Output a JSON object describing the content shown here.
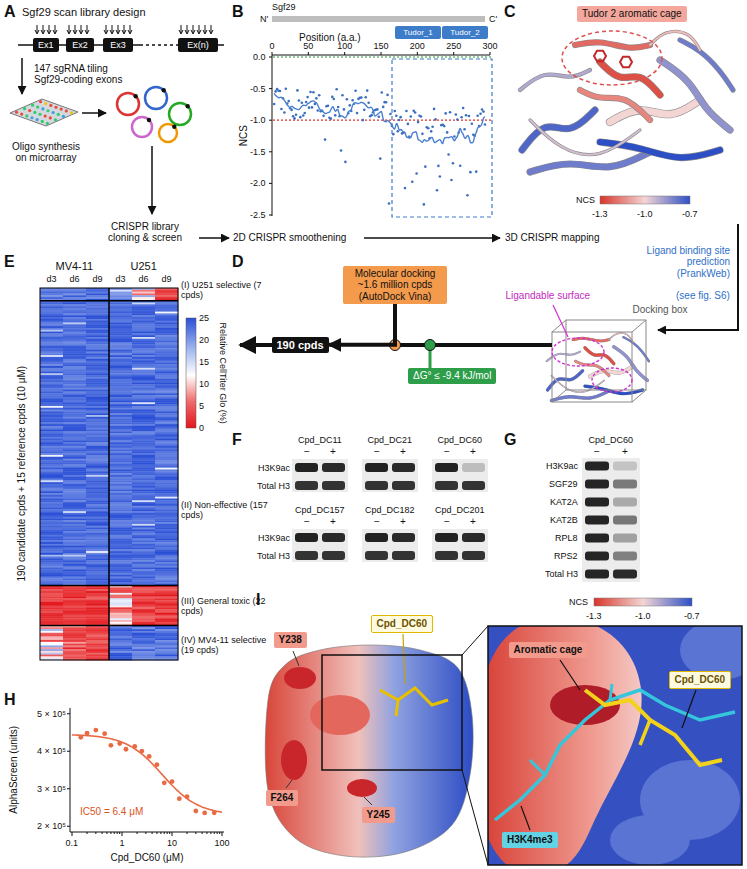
{
  "diagram": {
    "nodes": [
      {
        "text": [
          "Ex1"
        ]
      },
      {
        "text": [
          "Ex2"
        ]
      },
      {
        "text": [
          "Ex3"
        ]
      },
      {
        "text": [
          "Ex(n)"
        ]
      },
      {
        "text": [
          "Tudor_1"
        ]
      },
      {
        "text": [
          "Tudor_2"
        ]
      },
      {
        "text": [
          "Tudor 2 aromatic cage"
        ]
      },
      {
        "text": [
          "Molecular docking ~1.6 million cpds (AutoDock Vina)"
        ]
      },
      {
        "text": [
          "190 cpds"
        ]
      },
      {
        "text": [
          "ΔG° ≤ -9.4 kJ/mol"
        ]
      },
      {
        "text": [
          "Y238"
        ]
      },
      {
        "text": [
          "Cpd_DC60"
        ]
      },
      {
        "text": [
          "F264"
        ]
      },
      {
        "text": [
          "Y245"
        ]
      },
      {
        "text": [
          "Aromatic cage"
        ]
      },
      {
        "text": [
          "H3K4me3"
        ]
      },
      {
        "text": [
          "Cpd_DC60"
        ]
      }
    ],
    "edges": [
      {
        "from": 7,
        "to": 8,
        "arrow": "to"
      }
    ],
    "labels": [
      "A",
      "Sgf29 scan library design",
      "147 sgRNA tiling Sgf29-coding exons",
      "Oligo synthesis on microarray",
      "CRISPR library cloning & screen",
      "2D CRISPR smoothening",
      "B",
      "Sgf29",
      "N'",
      "C'",
      "Position (a.a.)",
      "0",
      "50",
      "100",
      "150",
      "200",
      "250",
      "300",
      "NCS",
      "0.0",
      "-0.5",
      "-1.0",
      "-1.5",
      "-2.0",
      "-2.5",
      "3D CRISPR mapping",
      "C",
      "NCS",
      "-1.3",
      "-1.0",
      "-0.7",
      "Ligand binding site prediction (PrankWeb)",
      "(see fig. S6)",
      "D",
      "Ligandable surface",
      "Docking box",
      "E",
      "MV4-11",
      "U251",
      "d3",
      "d6",
      "d9",
      "d3",
      "d6",
      "d9",
      "190 candidate cpds + 15 reference cpds (10 μM)",
      "(I) U251 selective (7 cpds)",
      "(II) Non-effective (157 cpds)",
      "(III) General toxic (22 cpds)",
      "(IV) MV4-11 selective (19 cpds)",
      "25",
      "20",
      "15",
      "10",
      "5",
      "0",
      "Relative CellTiter Glo (%)",
      "F",
      "Cpd_DC11",
      "Cpd_DC21",
      "Cpd_DC60",
      "−",
      "+",
      "−",
      "+",
      "−",
      "+",
      "H3K9ac",
      "Total H3",
      "Cpd_DC157",
      "Cpd_DC182",
      "Cpd_DC201",
      "−",
      "+",
      "−",
      "+",
      "−",
      "+",
      "H3K9ac",
      "Total H3",
      "G",
      "Cpd_DC60",
      "−",
      "+",
      "H3K9ac",
      "SGF29",
      "KAT2A",
      "KAT2B",
      "RPL8",
      "RPS2",
      "Total H3",
      "H",
      "5 × 10⁵",
      "4 × 10⁵",
      "3 × 10⁵",
      "2 × 10⁵",
      "0.1",
      "1",
      "10",
      "100",
      "Cpd_DC60 (μM)",
      "AlphaScreen (units)",
      "IC50 = 6.4 μM",
      "I",
      "NCS",
      "-1.3",
      "-1.0",
      "-0.7"
    ]
  }
}
